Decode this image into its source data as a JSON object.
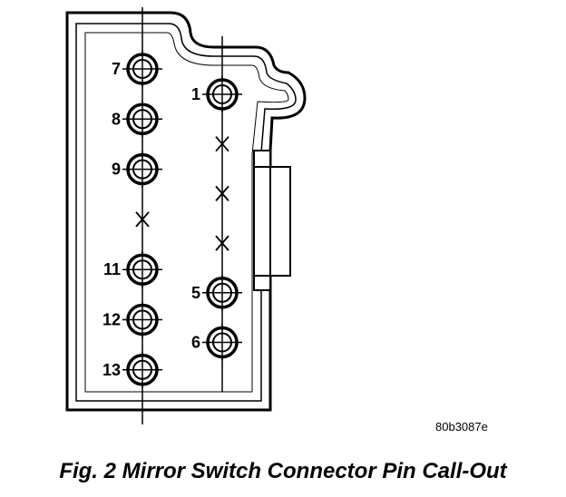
{
  "figure": {
    "caption": "Fig. 2 Mirror Switch Connector Pin Call-Out",
    "code": "80b3087e"
  },
  "connector": {
    "pins_left": [
      {
        "label": "7",
        "populated": true
      },
      {
        "label": "8",
        "populated": true
      },
      {
        "label": "9",
        "populated": true
      },
      {
        "label": "",
        "populated": false
      },
      {
        "label": "11",
        "populated": true
      },
      {
        "label": "12",
        "populated": true
      },
      {
        "label": "13",
        "populated": true
      }
    ],
    "pins_right": [
      {
        "label": "1",
        "populated": true
      },
      {
        "label": "",
        "populated": false
      },
      {
        "label": "",
        "populated": false
      },
      {
        "label": "",
        "populated": false
      },
      {
        "label": "5",
        "populated": true
      },
      {
        "label": "6",
        "populated": true
      }
    ]
  }
}
